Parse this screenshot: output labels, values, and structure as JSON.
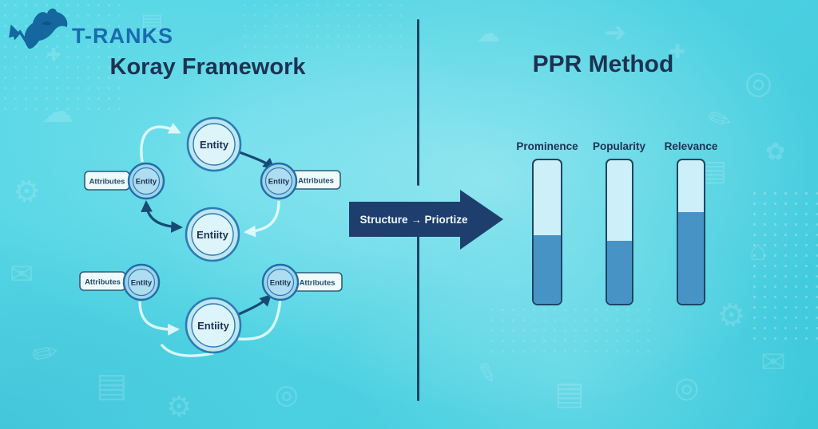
{
  "logo": {
    "text": "T-RANKS"
  },
  "left": {
    "title": "Koray Framework",
    "nodes": {
      "top": "Entity",
      "middle": "Entiity",
      "bottom": "Entiity",
      "left_small": "Entity",
      "right_small": "Entity",
      "bottom_left_small": "Entity",
      "bottom_right_small": "Entity"
    },
    "attributes": {
      "top_left": "Attributes",
      "top_right": "Attributes",
      "bottom_left": "Attributes",
      "bottom_right": "Attributes"
    }
  },
  "center": {
    "arrow_label": "Structure → Priortize"
  },
  "right": {
    "title": "PPR Method",
    "bars": [
      {
        "label": "Prominence",
        "fill_percent": 48,
        "fill_css": "48%"
      },
      {
        "label": "Popularity",
        "fill_percent": 44,
        "fill_css": "44%"
      },
      {
        "label": "Relevance",
        "fill_percent": 64,
        "fill_css": "64%"
      }
    ]
  },
  "chart_data": {
    "type": "bar",
    "categories": [
      "Prominence",
      "Popularity",
      "Relevance"
    ],
    "values": [
      48,
      44,
      64
    ],
    "title": "PPR Method",
    "xlabel": "",
    "ylabel": "",
    "ylim": [
      0,
      100
    ],
    "legend": false,
    "note": "vertical thermometer-style bars, fill level as percent of bar height"
  },
  "colors": {
    "background": "#4ed2e2",
    "heading": "#1d3252",
    "logo_blue": "#1a6cae",
    "arrow_navy": "#1e3f6d",
    "divider": "#1d4663",
    "bar_fill": "#4793c6",
    "bar_track": "#cdeff7",
    "circle_border": "#2b7cb4",
    "connector_dark": "#174a73",
    "connector_light": "#eafbfd"
  }
}
